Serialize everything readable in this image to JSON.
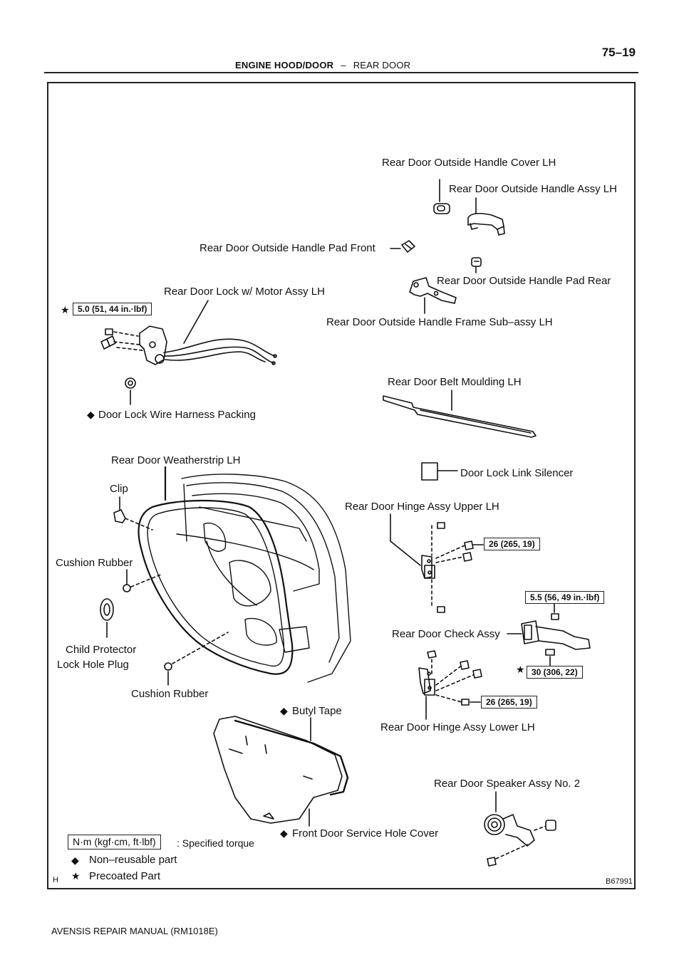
{
  "header": {
    "section": "ENGINE HOOD/DOOR",
    "separator": "–",
    "subsection": "REAR DOOR",
    "page_number": "75–19"
  },
  "labels": {
    "outside_handle_cover": "Rear Door Outside Handle Cover LH",
    "outside_handle_assy": "Rear Door Outside Handle Assy LH",
    "handle_pad_front": "Rear Door Outside Handle Pad Front",
    "handle_pad_rear": "Rear Door Outside Handle Pad Rear",
    "lock_motor_assy": "Rear Door Lock w/ Motor Assy LH",
    "handle_frame": "Rear Door Outside Handle Frame Sub–assy LH",
    "belt_moulding": "Rear Door Belt Moulding LH",
    "harness_packing": "Door Lock Wire Harness Packing",
    "link_silencer": "Door Lock Link Silencer",
    "weatherstrip": "Rear Door Weatherstrip LH",
    "clip": "Clip",
    "hinge_upper": "Rear Door Hinge Assy Upper LH",
    "cushion_rubber_1": "Cushion Rubber",
    "child_protector_line1": "Child Protector",
    "child_protector_line2": "Lock Hole Plug",
    "check_assy": "Rear Door Check Assy",
    "cushion_rubber_2": "Cushion Rubber",
    "butyl_tape": "Butyl Tape",
    "hinge_lower": "Rear Door Hinge Assy Lower LH",
    "speaker": "Rear Door Speaker Assy No. 2",
    "service_hole_cover": "Front Door Service Hole Cover"
  },
  "torques": {
    "lock": "5.0 (51, 44 in.·lbf)",
    "hinge_upper": "26 (265, 19)",
    "check_small": "5.5 (56, 49 in.·lbf)",
    "check_large": "30 (306, 22)",
    "hinge_lower": "26 (265, 19)"
  },
  "legend": {
    "unit_box": "N·m (kgf·cm, ft·lbf)",
    "unit_desc": ": Specified torque",
    "non_reusable": "Non–reusable part",
    "precoated": "Precoated Part"
  },
  "symbols": {
    "diamond": "◆",
    "star": "★"
  },
  "figure_code": "B67991",
  "corner_mark": "H",
  "footer": "AVENSIS REPAIR MANUAL   (RM1018E)",
  "colors": {
    "ink": "#111111",
    "frame": "#222222"
  }
}
